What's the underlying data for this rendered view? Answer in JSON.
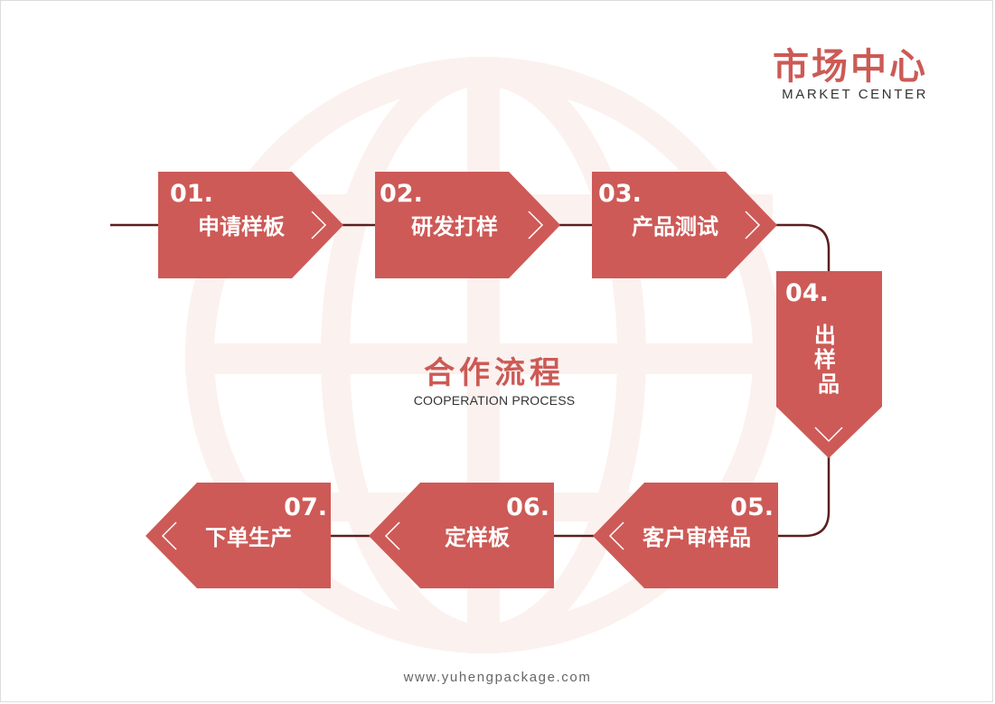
{
  "brand": {
    "title": "市场中心",
    "subtitle": "MARKET CENTER"
  },
  "process": {
    "title": "合作流程",
    "subtitle": "COOPERATION PROCESS"
  },
  "steps": [
    {
      "number": "01.",
      "label": "申请样板"
    },
    {
      "number": "02.",
      "label": "研发打样"
    },
    {
      "number": "03.",
      "label": "产品测试"
    },
    {
      "number": "04.",
      "label": "出样品"
    },
    {
      "number": "05.",
      "label": "客户审样品"
    },
    {
      "number": "06.",
      "label": "定样板"
    },
    {
      "number": "07.",
      "label": "下单生产"
    }
  ],
  "footer": {
    "website": "www.yuhengpackage.com"
  },
  "colors": {
    "accent": "#cd5a57",
    "connector": "#5a1f1f",
    "watermark": "#fbf1ef",
    "text_light": "#ffffff"
  }
}
